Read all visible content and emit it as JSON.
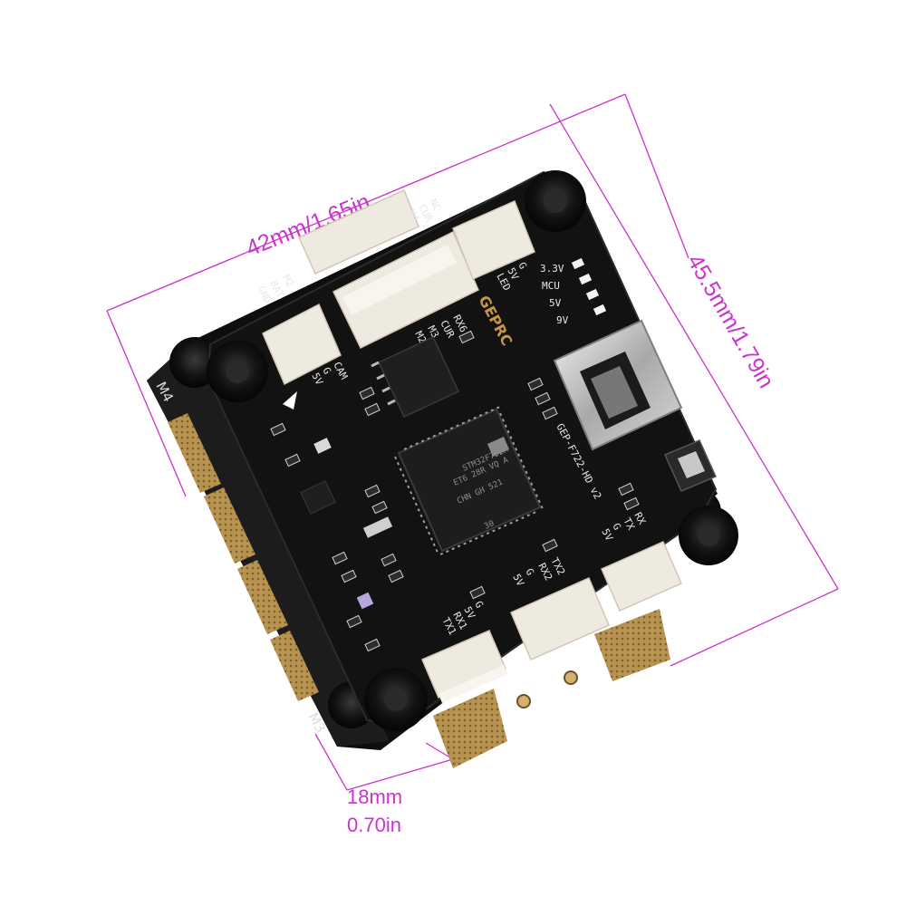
{
  "dimensions": {
    "width_label": "42mm/1.65in",
    "height_label": "45.5mm/1.79in",
    "thickness_mm": "18mm",
    "thickness_in": "0.70in"
  },
  "board": {
    "brand": "GEPRC",
    "model": "GEP-F722-HD v2",
    "mcu_lines": [
      "STM32F722R",
      "ET6 28R VQ A",
      "CHN GH 521",
      "30"
    ],
    "motor_labels": [
      "M4",
      "M3"
    ],
    "left_connector_labels": [
      "M2",
      "BAT",
      "GND"
    ],
    "top_connector_labels": [
      "NC",
      "CUR",
      "M4"
    ],
    "led_labels": [
      "3.3V",
      "MCU",
      "5V",
      "9V"
    ],
    "mid_connector_labels": [
      "RX6",
      "CUR",
      "M3",
      "M2"
    ],
    "led_header_labels": [
      "G",
      "5V",
      "LED"
    ],
    "cam_labels": [
      "5V",
      "G",
      "CAM"
    ],
    "bottom_left_labels": [
      "TX1",
      "RX1",
      "5V",
      "G"
    ],
    "bottom_mid_labels": [
      "5V",
      "G",
      "RX2",
      "TX2"
    ],
    "bottom_right_labels": [
      "5V",
      "G",
      "TX",
      "RX"
    ]
  },
  "colors": {
    "dimension_line": "#cc33cc",
    "pcb": "#141414",
    "connector": "#efeae0",
    "gold": "#b8924f"
  }
}
